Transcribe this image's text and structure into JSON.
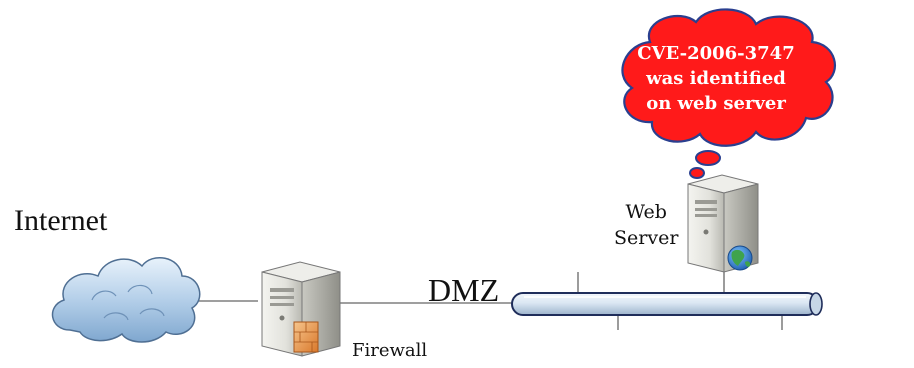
{
  "nodes": {
    "internet": {
      "label": "Internet"
    },
    "firewall": {
      "label": "Firewall"
    },
    "dmz": {
      "label": "DMZ"
    },
    "web_server": {
      "label_line1": "Web",
      "label_line2": "Server"
    }
  },
  "callout": {
    "line1": "CVE-2006-3747",
    "line2": "was identified",
    "line3": "on web server"
  },
  "colors": {
    "callout_fill": "#ff1a1a",
    "callout_stroke": "#2a3f8f",
    "cloud_fill": "#bcd6ee",
    "bus_fill": "#dbe7f3",
    "bus_stroke": "#1f2d5a",
    "firewall_brick": "#e89a4a"
  }
}
